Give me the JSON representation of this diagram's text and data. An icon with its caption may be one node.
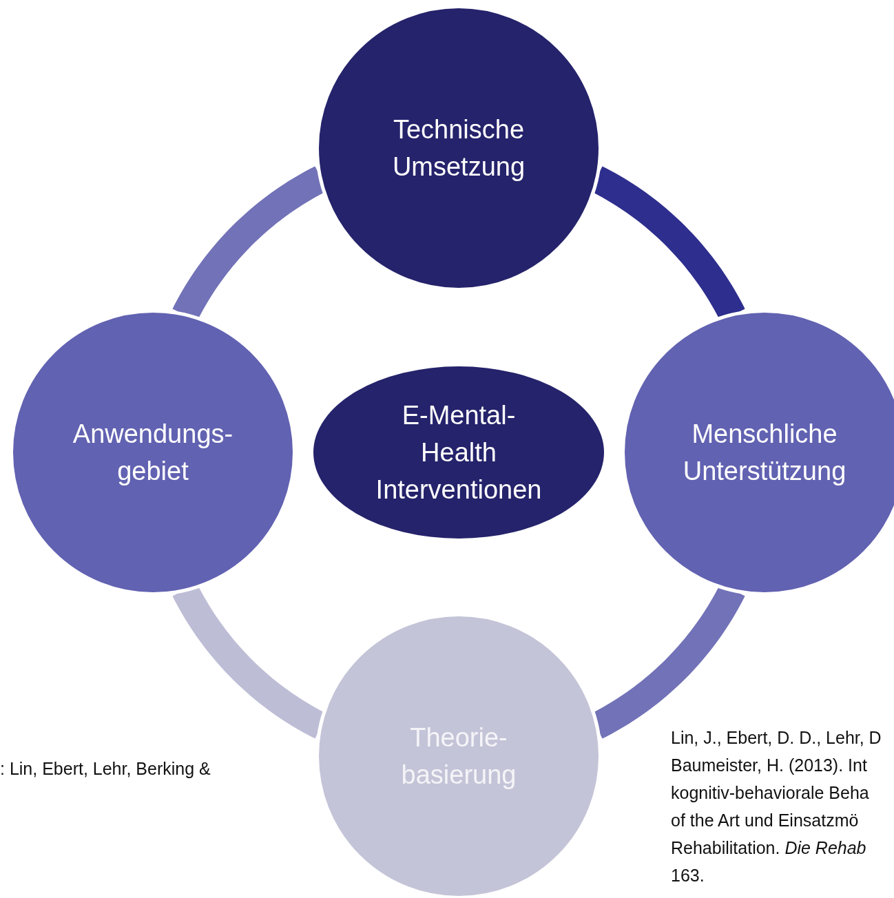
{
  "diagram": {
    "nodes": [
      {
        "text": [
          "Technische Umsetzung"
        ]
      },
      {
        "text": [
          "Anwendungs- gebiet"
        ]
      },
      {
        "text": [
          "E-Mental- Health Interventionen"
        ]
      },
      {
        "text": [
          "Menschliche Unterstützung"
        ]
      },
      {
        "text": [
          "Theorie- basierung"
        ]
      }
    ],
    "edges": [
      {
        "from": 0,
        "to": 3,
        "arrow": "none",
        "color": "#2e2e8e"
      },
      {
        "from": 3,
        "to": 4,
        "arrow": "none",
        "color": "#7272b8"
      },
      {
        "from": 4,
        "to": 1,
        "arrow": "none",
        "color": "#bdbdd6"
      },
      {
        "from": 1,
        "to": 0,
        "arrow": "none",
        "color": "#7272b8"
      }
    ],
    "labels": [
      "Lin, J., Ebert, D. D., Lehr, D",
      ": Lin, Ebert, Lehr, Berking &",
      "Baumeister, H. (2013). Int",
      "kognitiv-behaviorale Beha",
      "of the Art und Einsatzmö",
      "Rehabilitation. *Die Rehab*",
      "163."
    ]
  }
}
